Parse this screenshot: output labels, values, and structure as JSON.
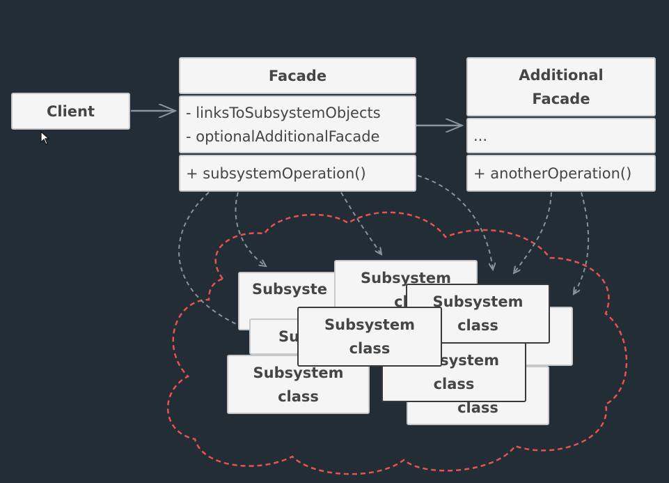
{
  "client": {
    "label": "Client"
  },
  "facade": {
    "title": "Facade",
    "fields": [
      "- linksToSubsystemObjects",
      "- optionalAdditionalFacade"
    ],
    "method": "+ subsystemOperation()"
  },
  "additional_facade": {
    "title_line1": "Additional",
    "title_line2": "Facade",
    "fields": "...",
    "method": "+ anotherOperation()"
  },
  "subsystem": {
    "word": "Subsystem",
    "class_word": "class",
    "partial_su": "Su",
    "partial_subsyste": "Subsyste",
    "partial_subsystem_clipped": "Subsystem",
    "partial_cla": "cla",
    "partial_c": "c",
    "partial_ystem": "ystem"
  },
  "colors": {
    "background": "#222d35",
    "box_fill": "#f5f5f5",
    "text": "#454545",
    "cloud_outline": "#e8534f",
    "arrow": "#8a949c"
  }
}
